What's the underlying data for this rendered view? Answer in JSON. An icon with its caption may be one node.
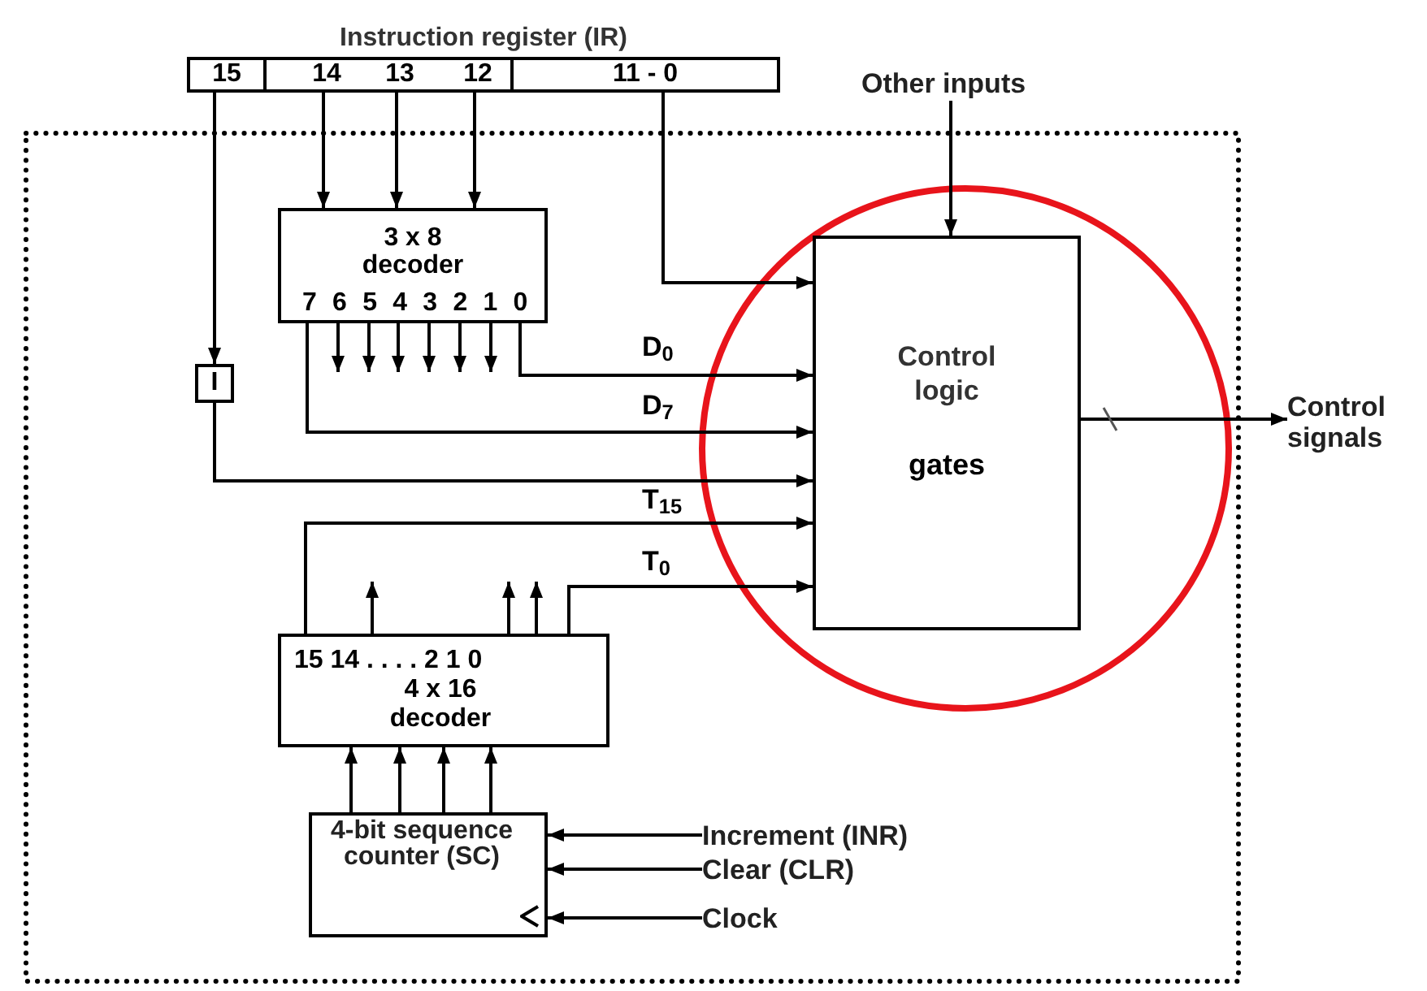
{
  "diagram": {
    "nodes": [
      {
        "text": [
          "Instruction register (IR)"
        ]
      },
      {
        "text": [
          "15"
        ],
        "in": 0
      },
      {
        "text": [
          "14",
          "13",
          "12"
        ],
        "in": 0
      },
      {
        "text": [
          "11 - 0"
        ],
        "in": 0
      },
      {
        "text": [
          "3 x 8 decoder",
          "7 6 5 4 3 2 1 0"
        ]
      },
      {
        "text": [
          "I"
        ]
      },
      {
        "text": [
          "Control logic",
          "gates"
        ]
      },
      {
        "text": [
          "15 14 . . . . 2 1 0",
          "4 x 16 decoder"
        ]
      },
      {
        "text": [
          "4-bit sequence counter (SC)"
        ]
      },
      {
        "text": [
          "Other inputs"
        ]
      },
      {
        "text": [
          "Control signals"
        ]
      },
      {
        "text": [
          "Increment (INR)"
        ]
      },
      {
        "text": [
          "Clear (CLR)"
        ]
      },
      {
        "text": [
          "Clock"
        ]
      }
    ],
    "edges": [
      {
        "from": 1,
        "to": 5,
        "arrow": "to"
      },
      {
        "from": 2,
        "to": 4,
        "arrow": "to"
      },
      {
        "from": 2,
        "to": 4,
        "arrow": "to"
      },
      {
        "from": 2,
        "to": 4,
        "arrow": "to"
      },
      {
        "from": 3,
        "to": 6,
        "arrow": "to"
      },
      {
        "from": 4,
        "to": 6,
        "arrow": "to",
        "label": "D$_{0}$"
      },
      {
        "from": 4,
        "to": 6,
        "arrow": "to",
        "label": "D$_{7}$"
      },
      {
        "from": 4,
        "to": null,
        "arrow": "to"
      },
      {
        "from": 4,
        "to": null,
        "arrow": "to"
      },
      {
        "from": 4,
        "to": null,
        "arrow": "to"
      },
      {
        "from": 4,
        "to": null,
        "arrow": "to"
      },
      {
        "from": 4,
        "to": null,
        "arrow": "to"
      },
      {
        "from": 4,
        "to": null,
        "arrow": "to"
      },
      {
        "from": 5,
        "to": 6,
        "arrow": "to"
      },
      {
        "from": 7,
        "to": 6,
        "arrow": "to",
        "label": "T$_{15}$"
      },
      {
        "from": 7,
        "to": 6,
        "arrow": "to",
        "label": "T$_{0}$"
      },
      {
        "from": 7,
        "to": null,
        "arrow": "to"
      },
      {
        "from": 7,
        "to": null,
        "arrow": "to"
      },
      {
        "from": 7,
        "to": null,
        "arrow": "to"
      },
      {
        "from": 8,
        "to": 7,
        "arrow": "to"
      },
      {
        "from": 8,
        "to": 7,
        "arrow": "to"
      },
      {
        "from": 8,
        "to": 7,
        "arrow": "to"
      },
      {
        "from": 8,
        "to": 7,
        "arrow": "to"
      },
      {
        "from": 9,
        "to": 6,
        "arrow": "to"
      },
      {
        "from": 6,
        "to": 10,
        "arrow": "to"
      },
      {
        "from": 11,
        "to": 8,
        "arrow": "to"
      },
      {
        "from": 12,
        "to": 8,
        "arrow": "to"
      },
      {
        "from": 13,
        "to": 8,
        "arrow": "to"
      }
    ]
  }
}
